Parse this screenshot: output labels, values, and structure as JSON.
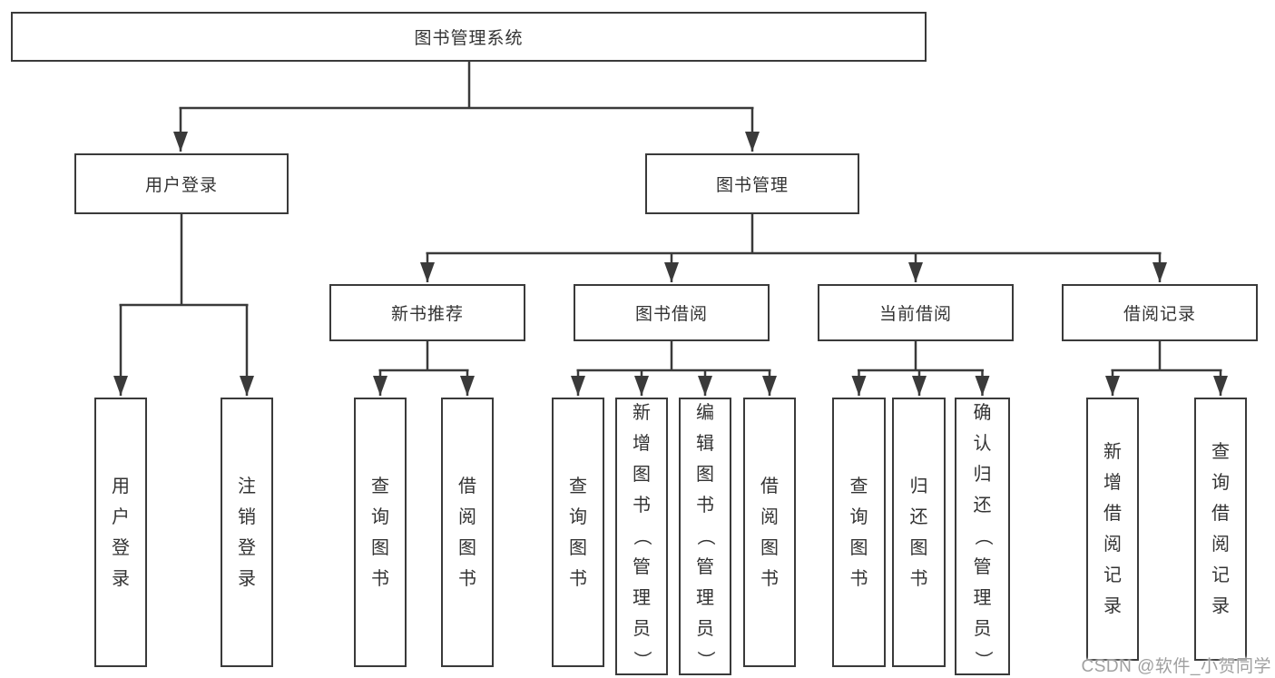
{
  "diagram": {
    "colors": {
      "line": "#3a3a3a",
      "text": "#333333",
      "wm": "#a0a0a0",
      "bg": "#ffffff"
    },
    "root": {
      "label": "图书管理系统"
    },
    "level1": {
      "user_login": {
        "label": "用户登录"
      },
      "book_management": {
        "label": "图书管理"
      }
    },
    "level2": {
      "new_book_recommend": {
        "label": "新书推荐"
      },
      "book_borrow": {
        "label": "图书借阅"
      },
      "current_borrow": {
        "label": "当前借阅"
      },
      "borrow_record": {
        "label": "借阅记录"
      }
    },
    "leaves": {
      "user_login": [
        "用户登录",
        "注销登录"
      ],
      "new_book_recommend": [
        "查询图书",
        "借阅图书"
      ],
      "book_borrow": [
        "查询图书",
        "新增图书（管理员）",
        "编辑图书（管理员）",
        "借阅图书"
      ],
      "current_borrow": [
        "查询图书",
        "归还图书",
        "确认归还（管理员）"
      ],
      "borrow_record": [
        "新增借阅记录",
        "查询借阅记录"
      ]
    },
    "watermark": "CSDN @软件_小贺同学"
  }
}
